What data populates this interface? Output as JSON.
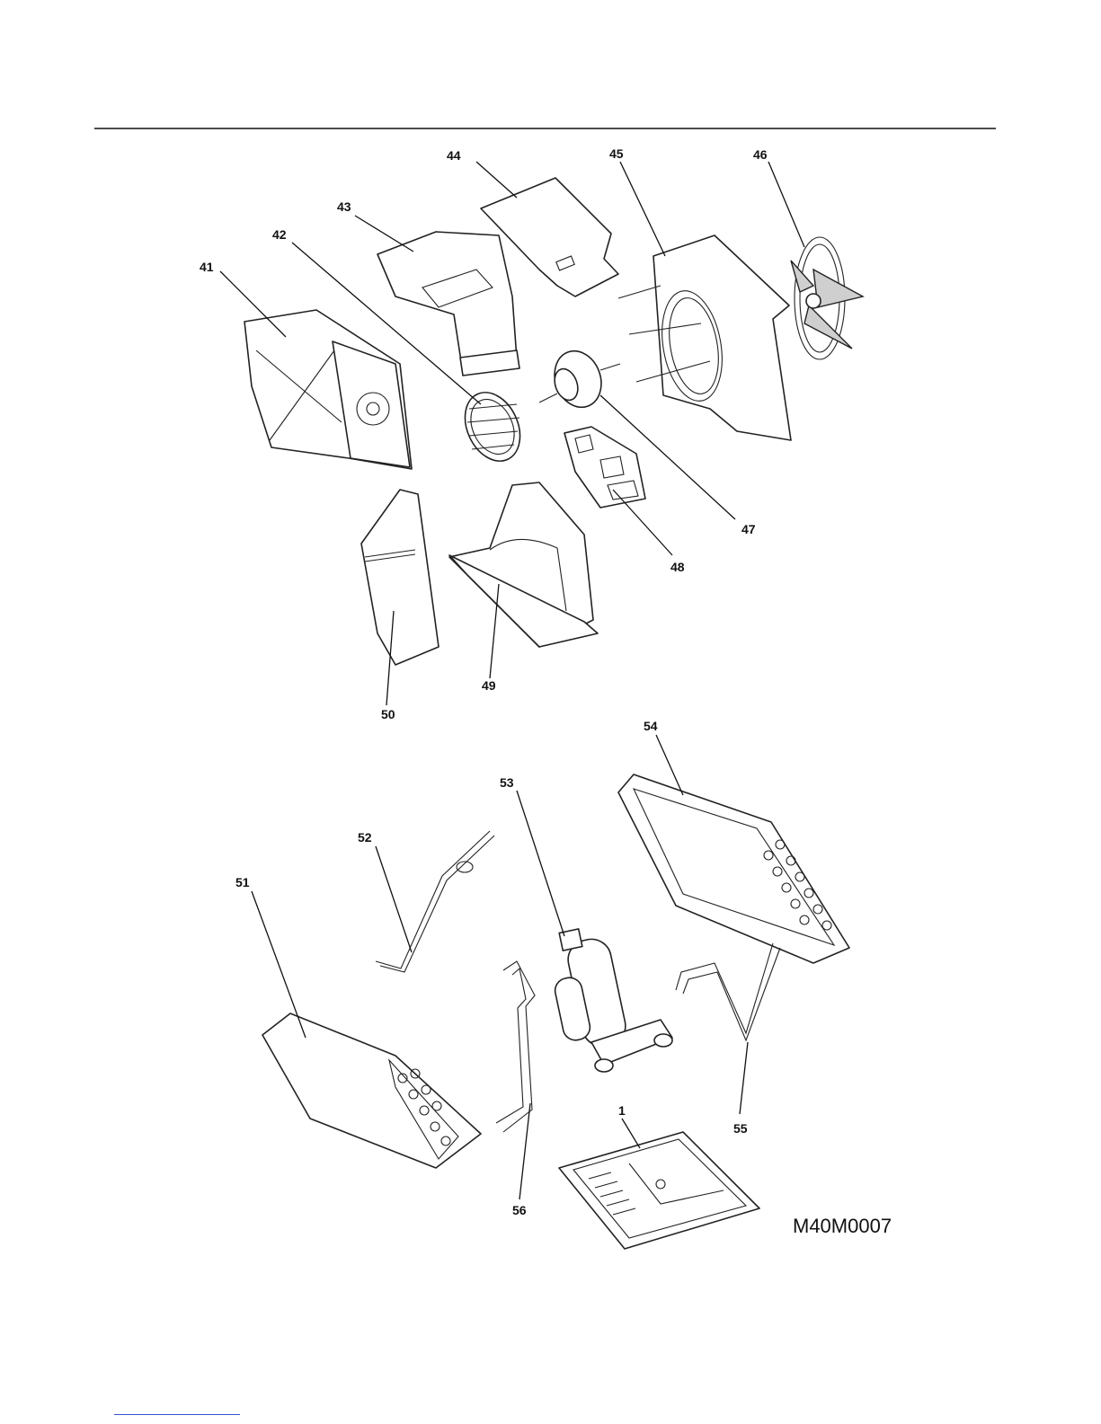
{
  "diagram": {
    "model_code": "M40M0007",
    "callouts": [
      {
        "id": "44",
        "label": "44"
      },
      {
        "id": "45",
        "label": "45"
      },
      {
        "id": "46",
        "label": "46"
      },
      {
        "id": "43",
        "label": "43"
      },
      {
        "id": "42",
        "label": "42"
      },
      {
        "id": "41",
        "label": "41"
      },
      {
        "id": "47",
        "label": "47"
      },
      {
        "id": "48",
        "label": "48"
      },
      {
        "id": "49",
        "label": "49"
      },
      {
        "id": "50",
        "label": "50"
      },
      {
        "id": "54",
        "label": "54"
      },
      {
        "id": "53",
        "label": "53"
      },
      {
        "id": "52",
        "label": "52"
      },
      {
        "id": "51",
        "label": "51"
      },
      {
        "id": "55",
        "label": "55"
      },
      {
        "id": "1",
        "label": "1"
      },
      {
        "id": "56",
        "label": "56"
      }
    ]
  }
}
